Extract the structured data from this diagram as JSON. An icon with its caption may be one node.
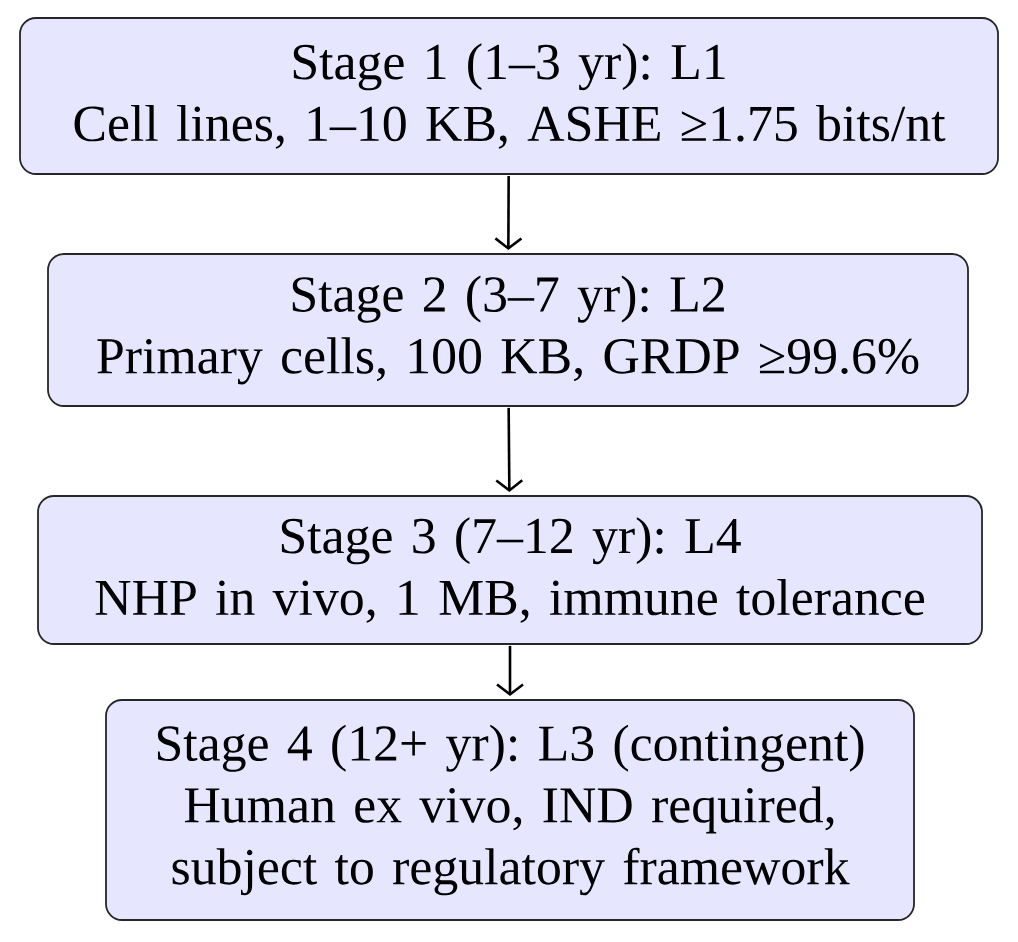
{
  "diagram": {
    "nodes": [
      {
        "text": [
          "Stage 1 (1–3 yr): L1",
          "Cell lines, 1–10 KB, ASHE ≥1.75 bits/nt"
        ]
      },
      {
        "text": [
          "Stage 2 (3–7 yr): L2",
          "Primary cells, 100 KB, GRDP ≥99.6%"
        ]
      },
      {
        "text": [
          "Stage 3 (7–12 yr): L4",
          "NHP in vivo, 1 MB, immune tolerance"
        ]
      },
      {
        "text": [
          "Stage 4 (12+ yr): L3 (contingent)",
          "Human ex vivo, IND required, subject to regulatory framework"
        ]
      }
    ],
    "edges": [
      {
        "from": 0,
        "to": 1,
        "arrow": "to"
      },
      {
        "from": 1,
        "to": 2,
        "arrow": "to"
      },
      {
        "from": 2,
        "to": 3,
        "arrow": "to"
      }
    ]
  }
}
